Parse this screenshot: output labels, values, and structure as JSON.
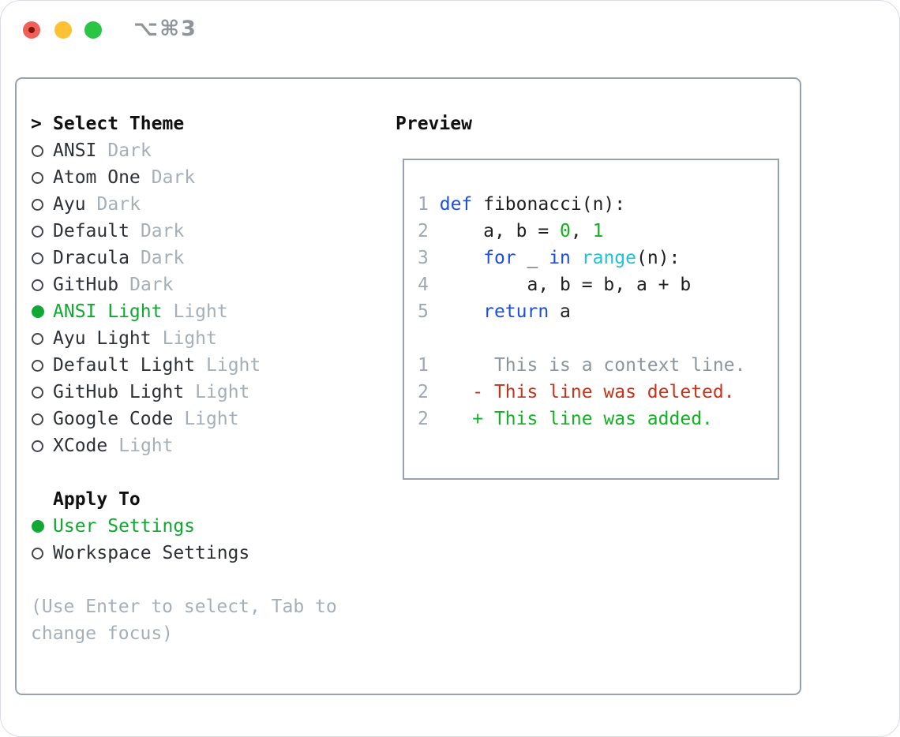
{
  "window": {
    "shortcut": "⌥⌘3",
    "traffic_lights": [
      "close",
      "minimize",
      "zoom"
    ]
  },
  "colors": {
    "ui_green": "#10a92f",
    "muted_gray": "#a6afb8",
    "panel_border": "#98a2ac",
    "keyword_blue": "#1e4fdc",
    "function_cyan": "#1fc3d6",
    "number_green": "#12b31e",
    "diff_deleted_red": "#c9321a",
    "diff_added_green": "#12b322",
    "traffic_red": "#ef6159",
    "traffic_yellow": "#fdc233",
    "traffic_green": "#2bc545"
  },
  "theme_panel": {
    "title_marker": ">",
    "title": "Select Theme",
    "themes": [
      {
        "name": "ANSI",
        "variant": "Dark",
        "selected": false
      },
      {
        "name": "Atom One",
        "variant": "Dark",
        "selected": false
      },
      {
        "name": "Ayu",
        "variant": "Dark",
        "selected": false
      },
      {
        "name": "Default",
        "variant": "Dark",
        "selected": false
      },
      {
        "name": "Dracula",
        "variant": "Dark",
        "selected": false
      },
      {
        "name": "GitHub",
        "variant": "Dark",
        "selected": false
      },
      {
        "name": "ANSI Light",
        "variant": "Light",
        "selected": true
      },
      {
        "name": "Ayu Light",
        "variant": "Light",
        "selected": false
      },
      {
        "name": "Default Light",
        "variant": "Light",
        "selected": false
      },
      {
        "name": "GitHub Light",
        "variant": "Light",
        "selected": false
      },
      {
        "name": "Google Code",
        "variant": "Light",
        "selected": false
      },
      {
        "name": "XCode",
        "variant": "Light",
        "selected": false
      }
    ],
    "apply_to": {
      "title": "Apply To",
      "options": [
        {
          "label": "User Settings",
          "selected": true
        },
        {
          "label": "Workspace Settings",
          "selected": false
        }
      ]
    },
    "help_lines": [
      "(Use Enter to select, Tab to",
      "change focus)"
    ]
  },
  "preview": {
    "title": "Preview",
    "lines": [
      {
        "kind": "code",
        "num": "1",
        "toks": [
          [
            " ",
            "p"
          ],
          [
            "def",
            "kw"
          ],
          [
            " fibonacci(n):",
            "p"
          ]
        ]
      },
      {
        "kind": "code",
        "num": "2",
        "toks": [
          [
            "     a, b = ",
            "p"
          ],
          [
            "0",
            "num"
          ],
          [
            ", ",
            "p"
          ],
          [
            "1",
            "num"
          ]
        ]
      },
      {
        "kind": "code",
        "num": "3",
        "toks": [
          [
            "     ",
            "p"
          ],
          [
            "for",
            "kw"
          ],
          [
            " _ ",
            "p"
          ],
          [
            "in",
            "kw"
          ],
          [
            " ",
            "p"
          ],
          [
            "range",
            "fn"
          ],
          [
            "(n):",
            "p"
          ]
        ]
      },
      {
        "kind": "code",
        "num": "4",
        "toks": [
          [
            "         a, b = b, a + b",
            "p"
          ]
        ]
      },
      {
        "kind": "code",
        "num": "5",
        "toks": [
          [
            "     ",
            "p"
          ],
          [
            "return",
            "kw"
          ],
          [
            " a",
            "p"
          ]
        ]
      },
      {
        "kind": "blank"
      },
      {
        "kind": "diff-context",
        "num": "1",
        "toks": [
          [
            "      This is a context line.",
            "ctx"
          ]
        ]
      },
      {
        "kind": "diff-deleted",
        "num": "2",
        "toks": [
          [
            "    - This line was deleted.",
            "del"
          ]
        ]
      },
      {
        "kind": "diff-added",
        "num": "2",
        "toks": [
          [
            "    + This line was added.",
            "add"
          ]
        ]
      }
    ]
  }
}
